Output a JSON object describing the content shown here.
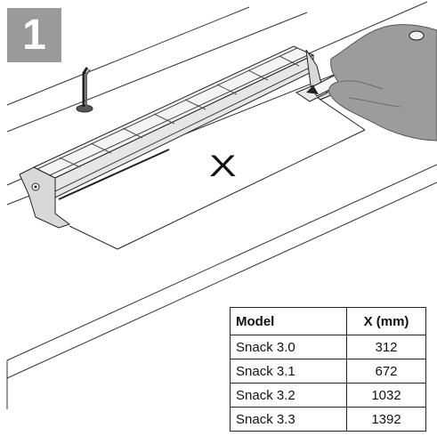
{
  "step": {
    "number": "1"
  },
  "dimension": {
    "label": "X"
  },
  "table": {
    "headers": [
      "Model",
      "X (mm)"
    ],
    "rows": [
      {
        "model": "Snack 3.0",
        "x": "312"
      },
      {
        "model": "Snack 3.1",
        "x": "672"
      },
      {
        "model": "Snack 3.2",
        "x": "1032"
      },
      {
        "model": "Snack 3.3",
        "x": "1392"
      }
    ]
  }
}
